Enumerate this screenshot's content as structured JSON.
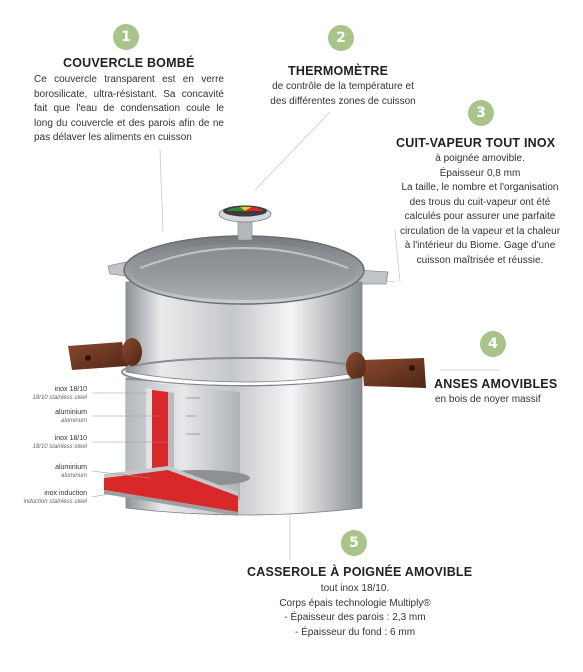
{
  "badges": [
    "1",
    "2",
    "3",
    "4",
    "5"
  ],
  "features": {
    "lid": {
      "title": "COUVERCLE BOMBÉ",
      "text": "Ce couvercle transparent est en verre borosilicate, ultra-résistant. Sa concavité fait que l'eau de condensation coule le long du couvercle et des parois afin de ne pas délaver les aliments en cuisson"
    },
    "thermometer": {
      "title": "THERMOMÈTRE",
      "lines": [
        "de contrôle de la température et",
        "des différentes zones de cuisson"
      ]
    },
    "steamer": {
      "title": "CUIT-VAPEUR TOUT INOX",
      "lines": [
        "à poignée amovible.",
        "Épaisseur 0,8 mm",
        "La taille, le nombre et l'organisation",
        "des trous du cuit-vapeur ont été",
        "calculés pour assurer une parfaite",
        "circulation de la vapeur et la chaleur",
        "à l'intérieur du Biome. Gage d'une",
        "cuisson maîtrisée et réussie."
      ]
    },
    "handles": {
      "title": "ANSES AMOVIBLES",
      "lines": [
        "en bois de noyer massif"
      ]
    },
    "pan": {
      "title": "CASSEROLE À POIGNÉE AMOVIBLE",
      "lines": [
        "tout inox 18/10.",
        "Corps épais technologie Multiply®",
        "- Épaisseur des parois : 2,3 mm",
        "- Épaisseur du fond : 6 mm"
      ]
    }
  },
  "layers": [
    {
      "main": "inox 18/10",
      "sub": "18/10 stainless steel"
    },
    {
      "main": "aluminium",
      "sub": "aluminum"
    },
    {
      "main": "inox 18/10",
      "sub": "18/10 stainless steel"
    },
    {
      "main": "aluminium",
      "sub": "aluminum"
    },
    {
      "main": "inox induction",
      "sub": "induction stainless steel"
    }
  ],
  "colors": {
    "badge": "#a8c48a",
    "wood": "#6b3a26",
    "layer_red": "#d8282a",
    "steel": "#c9ccce"
  }
}
